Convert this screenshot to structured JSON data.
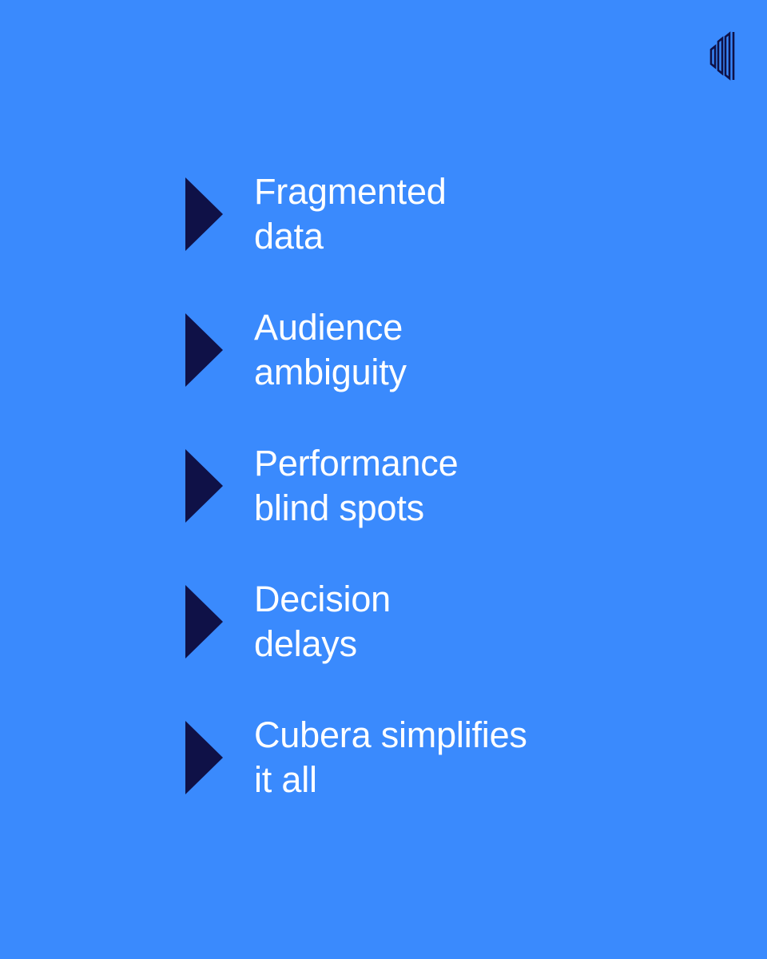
{
  "brand": {
    "logo_icon": "cubera-bars-logo-icon",
    "accent_color": "#3a8afd",
    "marker_color": "#0f1147",
    "text_color": "#ffffff"
  },
  "items": [
    {
      "line1": "Fragmented",
      "line2": "data",
      "icon": "triangle-right-icon"
    },
    {
      "line1": "Audience",
      "line2": "ambiguity",
      "icon": "triangle-right-icon"
    },
    {
      "line1": "Performance",
      "line2": "blind spots",
      "icon": "triangle-right-icon"
    },
    {
      "line1": "Decision",
      "line2": "delays",
      "icon": "triangle-right-icon"
    },
    {
      "line1": "Cubera simplifies",
      "line2": "it all",
      "icon": "triangle-right-icon"
    }
  ]
}
